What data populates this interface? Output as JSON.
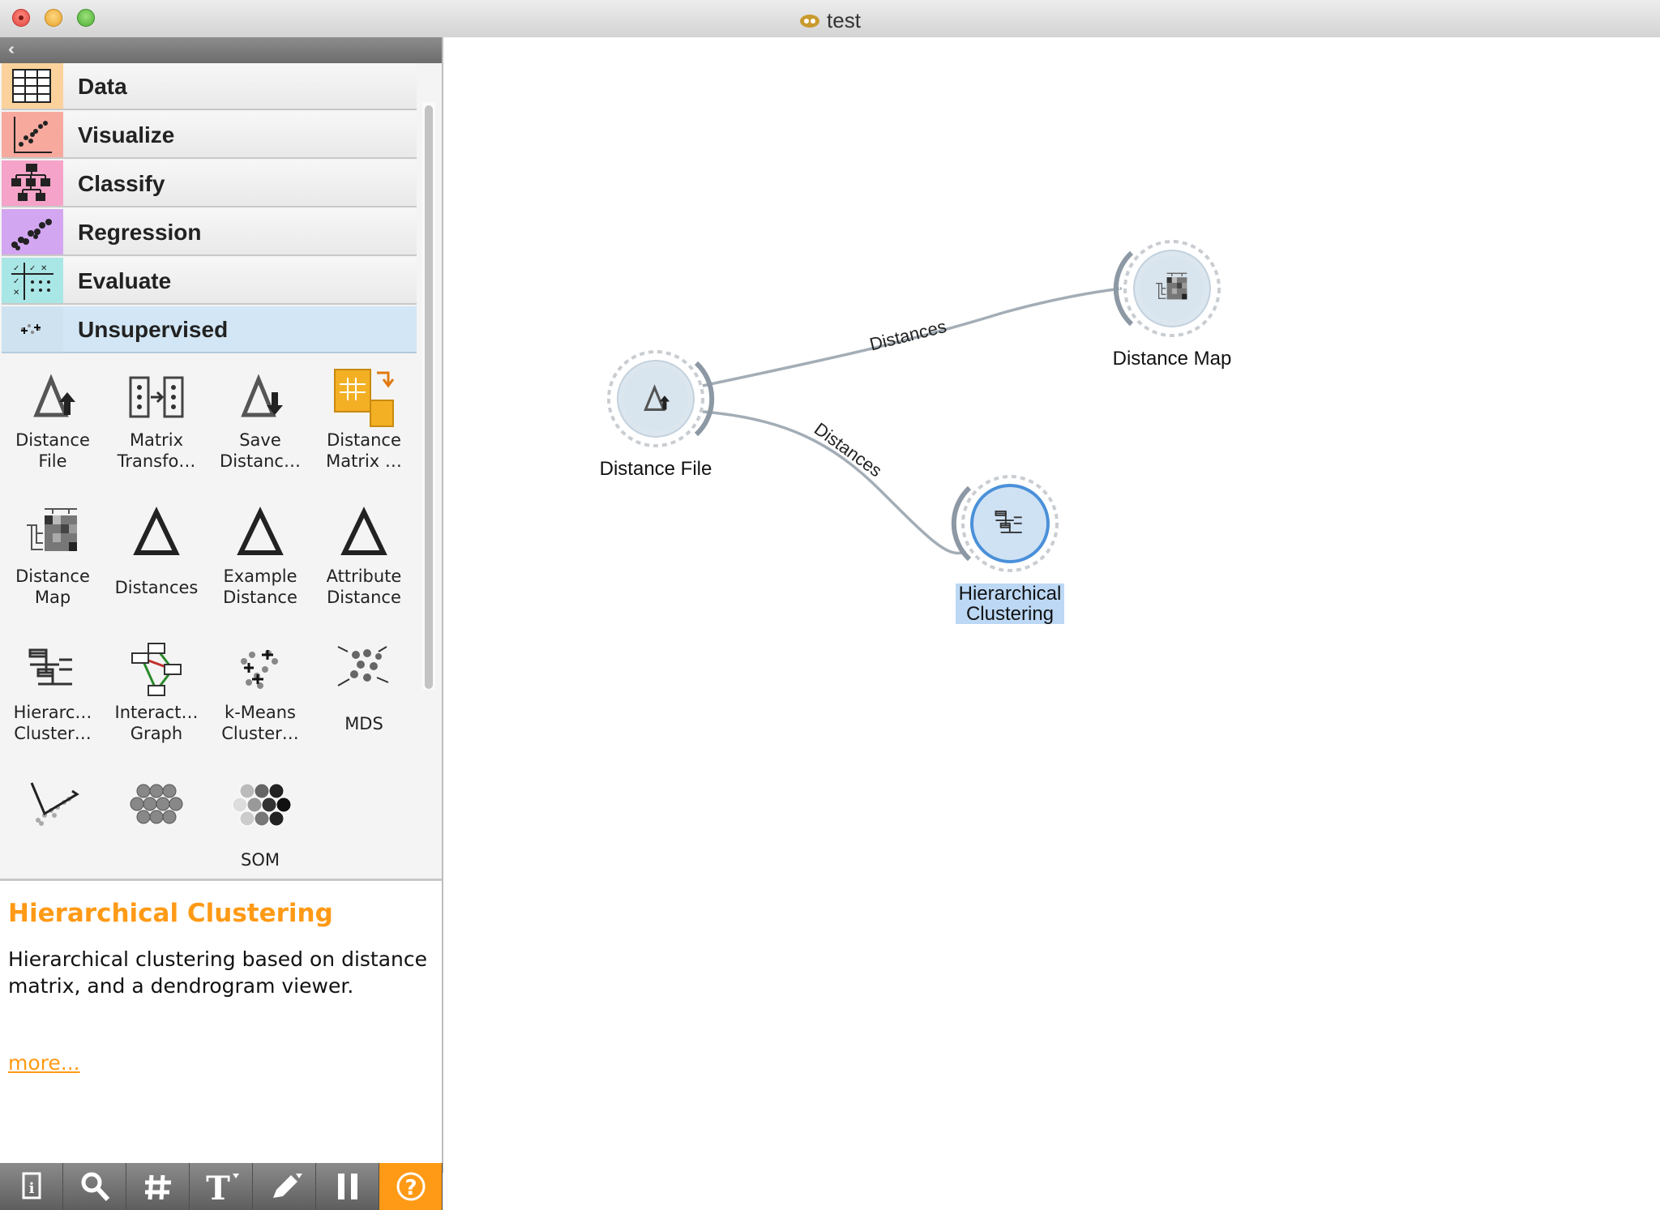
{
  "window": {
    "title": "test"
  },
  "dock": {
    "categories": [
      {
        "label": "Data",
        "color": "#fbd29c",
        "active": false
      },
      {
        "label": "Visualize",
        "color": "#f7a99e",
        "active": false
      },
      {
        "label": "Classify",
        "color": "#f5a3c8",
        "active": false
      },
      {
        "label": "Regression",
        "color": "#d2a6f0",
        "active": false
      },
      {
        "label": "Evaluate",
        "color": "#a9e7e6",
        "active": false
      },
      {
        "label": "Unsupervised",
        "color": "#cfe2f0",
        "active": true
      }
    ],
    "widgets": [
      {
        "label": "Distance\nFile",
        "icon": "distance-file-icon"
      },
      {
        "label": "Matrix\nTransfo…",
        "icon": "matrix-transform-icon"
      },
      {
        "label": "Save\nDistanc…",
        "icon": "save-distance-icon"
      },
      {
        "label": "Distance\nMatrix …",
        "icon": "distance-matrix-icon"
      },
      {
        "label": "Distance\nMap",
        "icon": "distance-map-icon"
      },
      {
        "label": "Distances",
        "icon": "distances-icon"
      },
      {
        "label": "Example\nDistance",
        "icon": "example-distance-icon"
      },
      {
        "label": "Attribute\nDistance",
        "icon": "attribute-distance-icon"
      },
      {
        "label": "Hierarc…\nCluster…",
        "icon": "hierarchical-clustering-icon"
      },
      {
        "label": "Interact…\nGraph",
        "icon": "interaction-graph-icon"
      },
      {
        "label": "k-Means\nCluster…",
        "icon": "kmeans-icon"
      },
      {
        "label": "MDS",
        "icon": "mds-icon"
      },
      {
        "label": "",
        "icon": "pca-icon"
      },
      {
        "label": "",
        "icon": "som-hex-icon"
      },
      {
        "label": "SOM",
        "icon": "som-icon"
      }
    ]
  },
  "description": {
    "title": "Hierarchical Clustering",
    "text": "Hierarchical clustering based on distance matrix, and a dendrogram viewer.",
    "more": "more..."
  },
  "toolbar": {
    "buttons": [
      "info-icon",
      "search-icon",
      "grid-icon",
      "text-icon",
      "pen-icon",
      "pause-icon",
      "help-icon"
    ]
  },
  "canvas": {
    "nodes": [
      {
        "label": "Distance File",
        "icon": "distance-file-icon",
        "selected": false
      },
      {
        "label": "Distance Map",
        "icon": "distance-map-icon",
        "selected": false
      },
      {
        "label": "Hierarchical\nClustering",
        "icon": "hierarchical-clustering-icon",
        "selected": true
      }
    ],
    "links": [
      {
        "label": "Distances",
        "from": "Distance File",
        "to": "Distance Map"
      },
      {
        "label": "Distances",
        "from": "Distance File",
        "to": "Hierarchical Clustering"
      }
    ]
  },
  "colors": {
    "accent": "#ff9a16",
    "link": "#a3adb6",
    "node_fill": "#d6e5f1",
    "selection": "#bcd8f5"
  }
}
